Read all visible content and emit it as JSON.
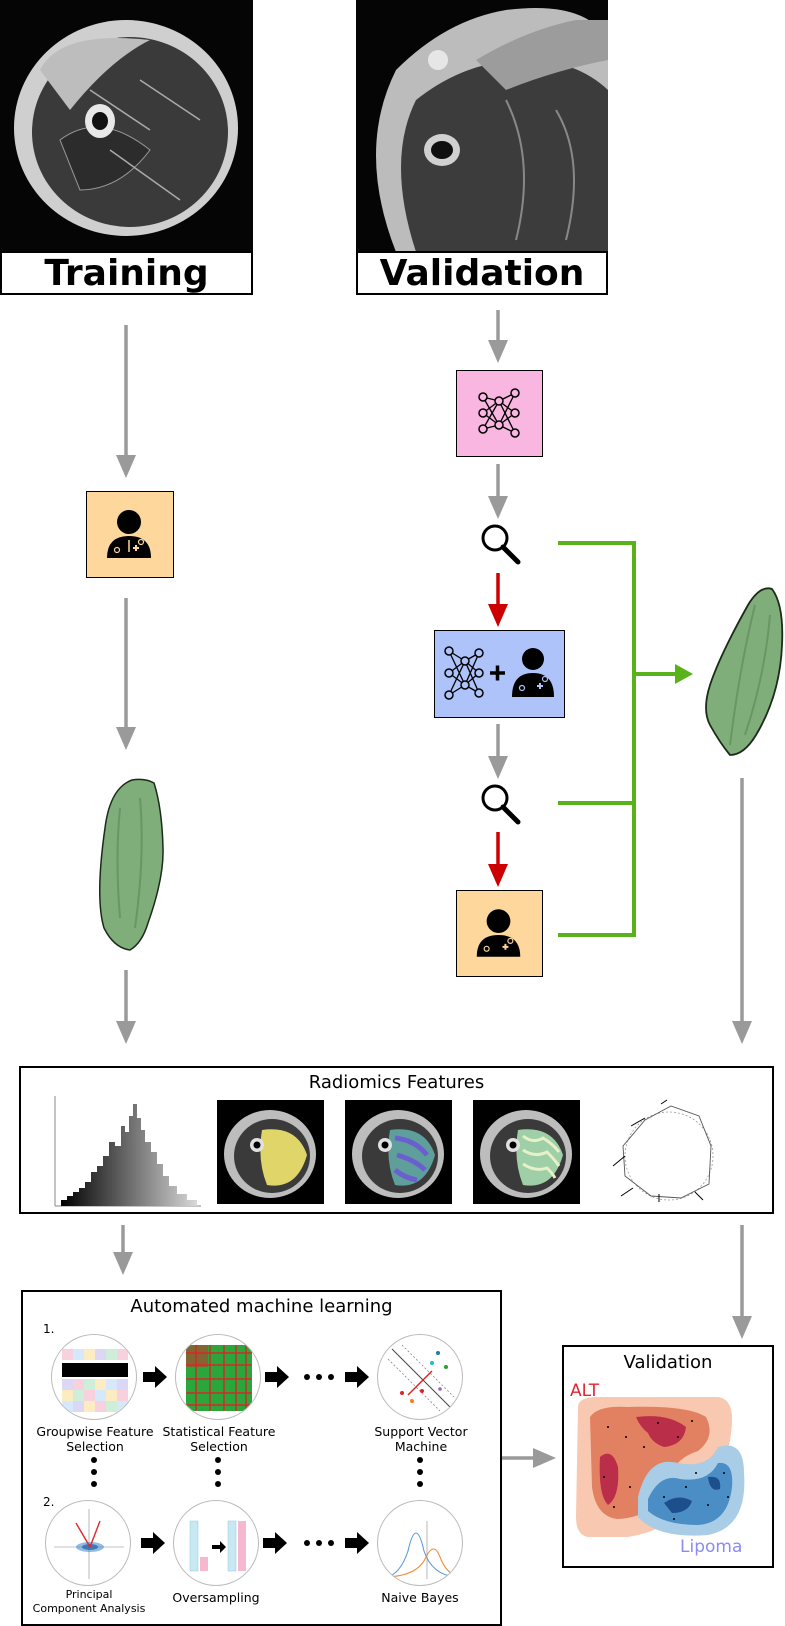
{
  "training": {
    "label": "Training"
  },
  "validation": {
    "label": "Validation"
  },
  "radiomics": {
    "title": "Radiomics Features"
  },
  "automl": {
    "title": "Automated machine learning",
    "row1": {
      "number": "1.",
      "c1": "Groupwise Feature Selection",
      "c1a": "Groupwise Feature",
      "c1b": "Selection",
      "c2a": "Statistical Feature",
      "c2b": "Selection",
      "c3a": "Support Vector",
      "c3b": "Machine"
    },
    "row2": {
      "number": "2.",
      "c1a": "Principal",
      "c1b": "Component Analysis",
      "c2": "Oversampling",
      "c3": "Naive Bayes"
    }
  },
  "result": {
    "title": "Validation",
    "class_a": "ALT",
    "class_b": "Lipoma",
    "class_a_color": "#e8242f",
    "class_b_color": "#8b8bf0"
  },
  "colors": {
    "arrow_gray": "#9a9a9a",
    "arrow_red": "#cc0000",
    "arrow_green": "#5ab21b",
    "segment_green": "#7fae7a"
  },
  "icons": [
    "neural-network-icon",
    "doctor-icon",
    "magnifier-icon",
    "plus-icon",
    "tumor-segmentation-icon"
  ]
}
